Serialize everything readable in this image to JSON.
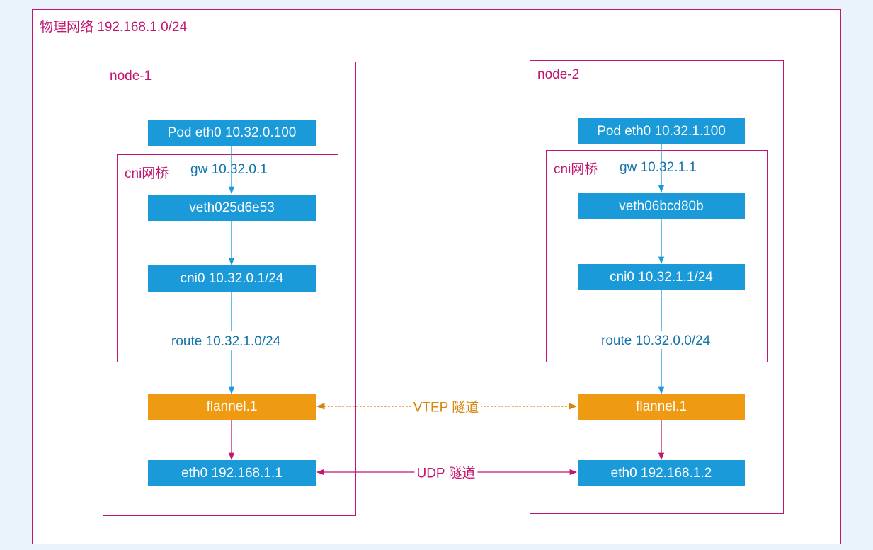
{
  "physical_network": {
    "label": "物理网络 192.168.1.0/24"
  },
  "nodes": [
    {
      "name": "node-1",
      "pod": "Pod eth0 10.32.0.100",
      "bridge_label": "cni网桥",
      "gw": "gw 10.32.0.1",
      "veth": "veth025d6e53",
      "cni0": "cni0 10.32.0.1/24",
      "route": "route 10.32.1.0/24",
      "flannel": "flannel.1",
      "eth0": "eth0 192.168.1.1"
    },
    {
      "name": "node-2",
      "pod": "Pod eth0 10.32.1.100",
      "bridge_label": "cni网桥",
      "gw": "gw 10.32.1.1",
      "veth": "veth06bcd80b",
      "cni0": "cni0 10.32.1.1/24",
      "route": "route 10.32.0.0/24",
      "flannel": "flannel.1",
      "eth0": "eth0 192.168.1.2"
    }
  ],
  "tunnels": {
    "vtep": "VTEP 隧道",
    "udp": "UDP 隧道"
  },
  "colors": {
    "frame": "#c2166e",
    "box_blue": "#1a9ad9",
    "box_orange": "#ee9a12",
    "text_blue": "#1173a9",
    "vtep_line": "#d6860e",
    "udp_line": "#c2166e"
  }
}
